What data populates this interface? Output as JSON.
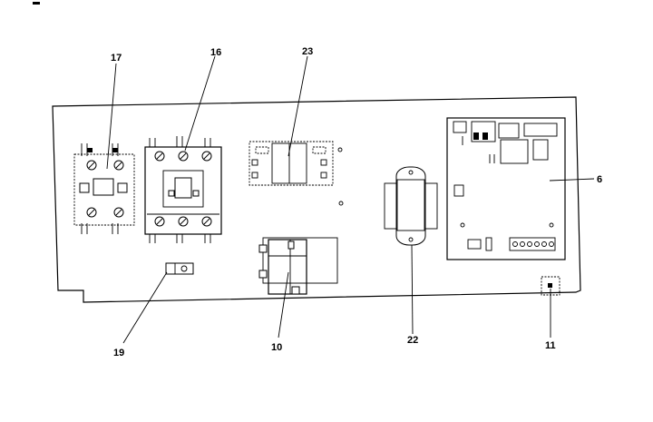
{
  "callouts": {
    "c17": "17",
    "c16": "16",
    "c23": "23",
    "c6": "6",
    "c19": "19",
    "c10": "10",
    "c22": "22",
    "c11": "11"
  }
}
